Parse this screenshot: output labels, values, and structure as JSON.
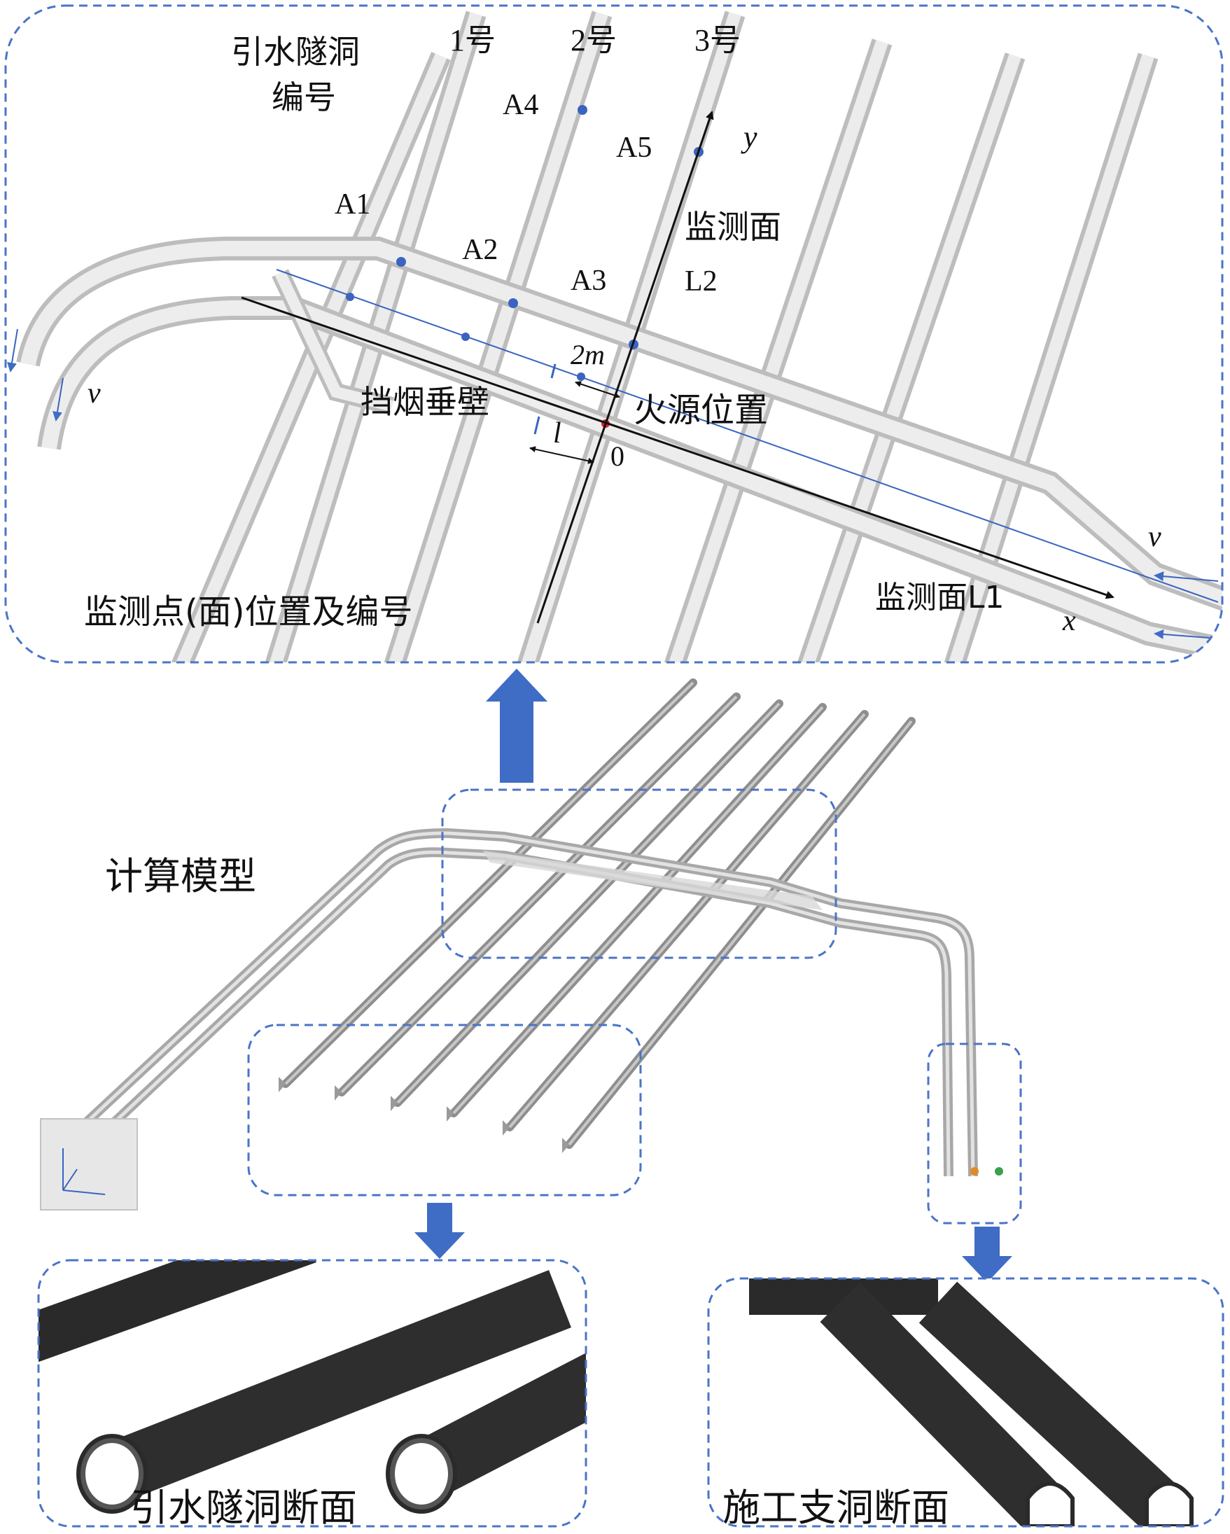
{
  "detail_view": {
    "heading_line1": "引水隧洞",
    "heading_line2": "编号",
    "tunnel_numbers": [
      "1号",
      "2号",
      "3号"
    ],
    "points": [
      "A1",
      "A2",
      "A3",
      "A4",
      "A5"
    ],
    "axis_x": "x",
    "axis_y": "y",
    "surface_l1": "监测面L1",
    "surface_l2_line1": "监测面",
    "surface_l2_line2": "L2",
    "smoke_wall": "挡烟垂壁",
    "fire_source": "火源位置",
    "distance_2m": "2m",
    "distance_l": "l",
    "origin": "0",
    "velocity_v": "v",
    "caption": "监测点(面)位置及编号"
  },
  "model_view": {
    "title": "计算模型"
  },
  "sections": {
    "left_caption": "引水隧洞断面",
    "right_caption": "施工支洞断面"
  },
  "colors": {
    "frame_dashed": "#4a74c8",
    "arrow_fill": "#3f6cc4",
    "tunnel_light": "#dcdcdc",
    "tunnel_model": "#9a9a9a",
    "tunnel_dark": "#2c2c2c",
    "monitor_point": "#3a64c0",
    "fire_point": "#d8262a"
  }
}
